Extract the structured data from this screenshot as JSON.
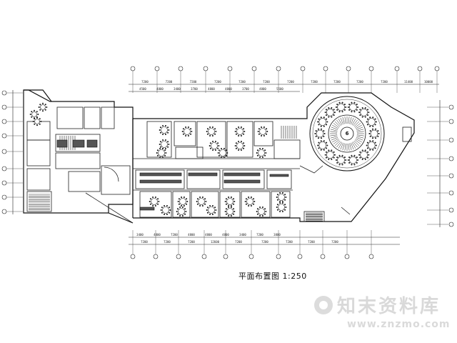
{
  "caption": {
    "title": "平面布置图",
    "scale": "1:250"
  },
  "watermark": {
    "brand": "知末资料库",
    "url": "www.znzmo.com"
  },
  "top_dimensions": [
    "7200",
    "7200",
    "7200",
    "7200",
    "7200",
    "7200",
    "7200",
    "7200",
    "7200",
    "7200",
    "7200",
    "11400",
    "10000"
  ],
  "top_sub_dimensions": [
    "4500",
    "4800",
    "3400",
    "3700",
    "4800",
    "4800",
    "3700",
    "4800",
    "5500"
  ],
  "bottom_dimensions": [
    "3400",
    "4800",
    "7200",
    "4800",
    "4800",
    "4800",
    "3400",
    "7200",
    "3800"
  ],
  "bottom_overall_dimensions": [
    "7200",
    "7200",
    "7200",
    "12600",
    "7200",
    "7200",
    "7200",
    "7200",
    "7200"
  ],
  "round_room_label": "6"
}
